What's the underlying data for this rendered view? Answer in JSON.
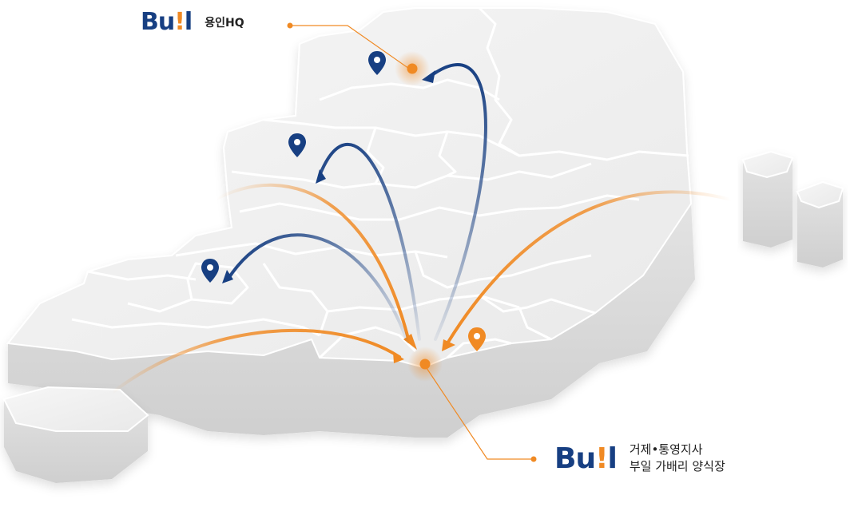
{
  "hq": {
    "logo": {
      "pre": "Bu",
      "accent": "!",
      "post": "l"
    },
    "label": "용인HQ"
  },
  "branch": {
    "logo": {
      "pre": "Bu",
      "accent": "!",
      "post": "l"
    },
    "line1": "거제•통영지사",
    "line2": "부일 가배리 양식장"
  },
  "colors": {
    "brand_blue": "#173f82",
    "brand_orange": "#f08a24",
    "land_top": "#eeeeee",
    "land_side": "#d9d9d9",
    "border": "#ffffff"
  },
  "icons": {
    "location_pin_blue": "map-pin",
    "location_pin_orange": "map-pin",
    "hq_marker": "glowing-dot",
    "branch_marker": "glowing-dot"
  }
}
